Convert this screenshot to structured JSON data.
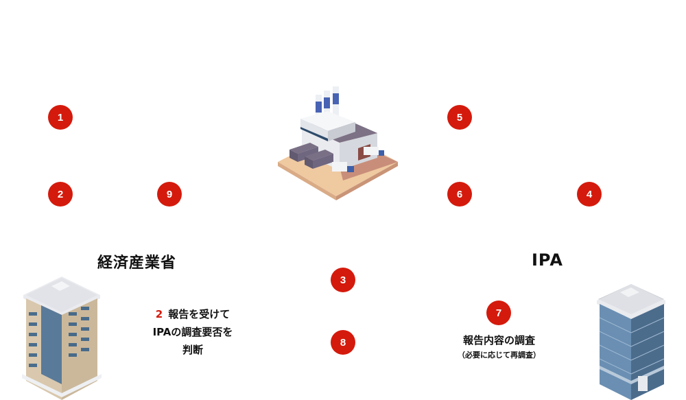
{
  "badges": {
    "b1": "1",
    "b2": "2",
    "b3": "3",
    "b4": "4",
    "b5": "5",
    "b6": "6",
    "b7": "7",
    "b8": "8",
    "b9": "9"
  },
  "orgs": {
    "meti": {
      "title": "経済産業省"
    },
    "ipa": {
      "title": "IPA"
    }
  },
  "descriptions": {
    "meti_step": {
      "number": "2",
      "line1": "報告を受けて",
      "line2": "IPAの調査要否を",
      "line3": "判断"
    },
    "ipa_step": {
      "title": "報告内容の調査",
      "subtitle": "（必要に応じて再調査）"
    }
  },
  "icons": {
    "factory": "factory-icon",
    "meti_building": "office-building-icon",
    "ipa_building": "office-tower-icon"
  },
  "colors": {
    "badge": "#d41a0c",
    "text": "#111111"
  }
}
